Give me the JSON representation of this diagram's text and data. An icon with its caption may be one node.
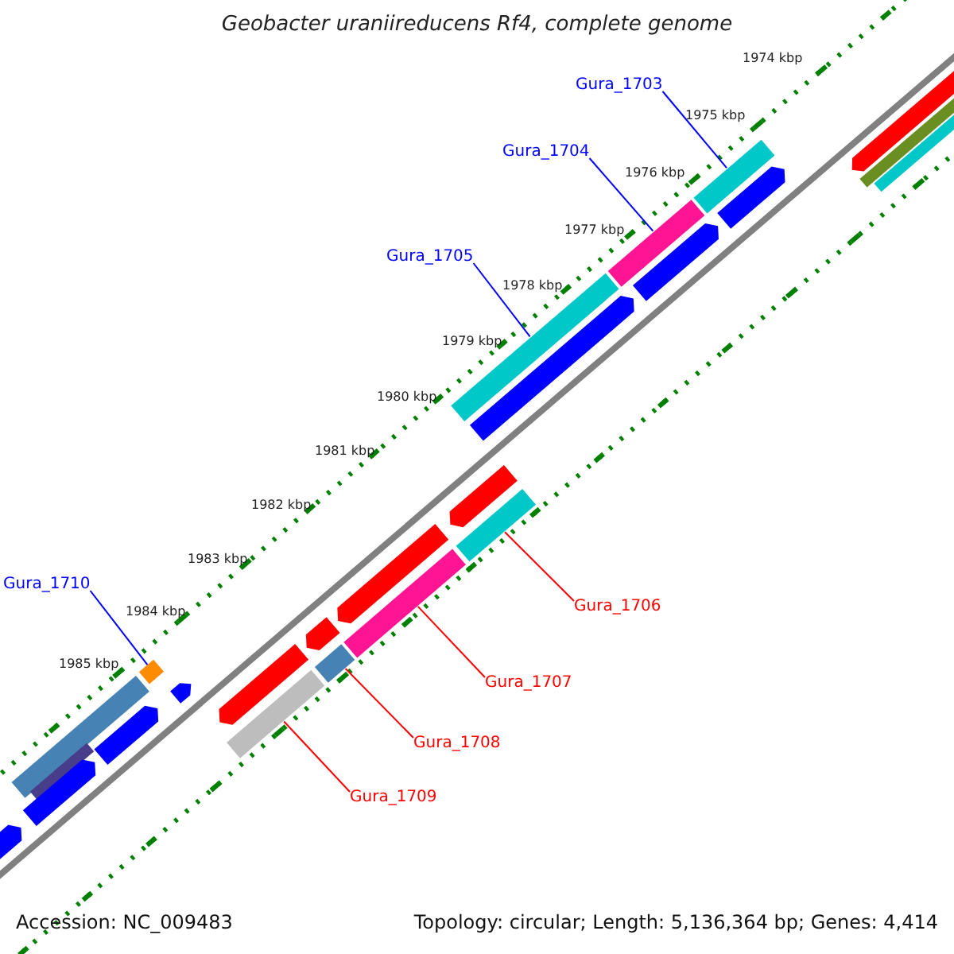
{
  "diagram": {
    "title": "Geobacter uraniireducens Rf4, complete genome",
    "nodes": [
      {
        "text": [
          "Gura_1703"
        ]
      },
      {
        "text": [],
        "shape": "bar"
      },
      {
        "text": [
          "Gura_1704"
        ]
      },
      {
        "text": [],
        "shape": "bar"
      },
      {
        "text": [
          "Gura_1705"
        ]
      },
      {
        "text": [],
        "shape": "bar"
      },
      {
        "text": [
          "Gura_1710"
        ]
      },
      {
        "text": [],
        "shape": "bar"
      },
      {
        "text": [
          "Gura_1706"
        ]
      },
      {
        "text": [],
        "shape": "bar"
      },
      {
        "text": [
          "Gura_1707"
        ]
      },
      {
        "text": [],
        "shape": "bar"
      },
      {
        "text": [
          "Gura_1708"
        ]
      },
      {
        "text": [],
        "shape": "bar"
      },
      {
        "text": [
          "Gura_1709"
        ]
      },
      {
        "text": [],
        "shape": "bar"
      }
    ],
    "edges": [
      {
        "from": 0,
        "to": 1,
        "arrow": "none"
      },
      {
        "from": 2,
        "to": 3,
        "arrow": "none"
      },
      {
        "from": 4,
        "to": 5,
        "arrow": "none"
      },
      {
        "from": 6,
        "to": 7,
        "arrow": "none"
      },
      {
        "from": 8,
        "to": 9,
        "arrow": "none",
        "color": "#ff0000"
      },
      {
        "from": 10,
        "to": 11,
        "arrow": "none",
        "color": "#ff0000"
      },
      {
        "from": 12,
        "to": 13,
        "arrow": "none",
        "color": "#ff0000"
      },
      {
        "from": 14,
        "to": 15,
        "arrow": "none",
        "color": "#ff0000"
      }
    ],
    "labels": [
      "1974 kbp",
      "1975 kbp",
      "1976 kbp",
      "1977 kbp",
      "1978 kbp",
      "1979 kbp",
      "1980 kbp",
      "1981 kbp",
      "1982 kbp",
      "1983 kbp",
      "1984 kbp",
      "1985 kbp",
      "Accession: NC_009483",
      "Topology: circular; Length: 5,136,364 bp; Genes: 4,414"
    ]
  }
}
